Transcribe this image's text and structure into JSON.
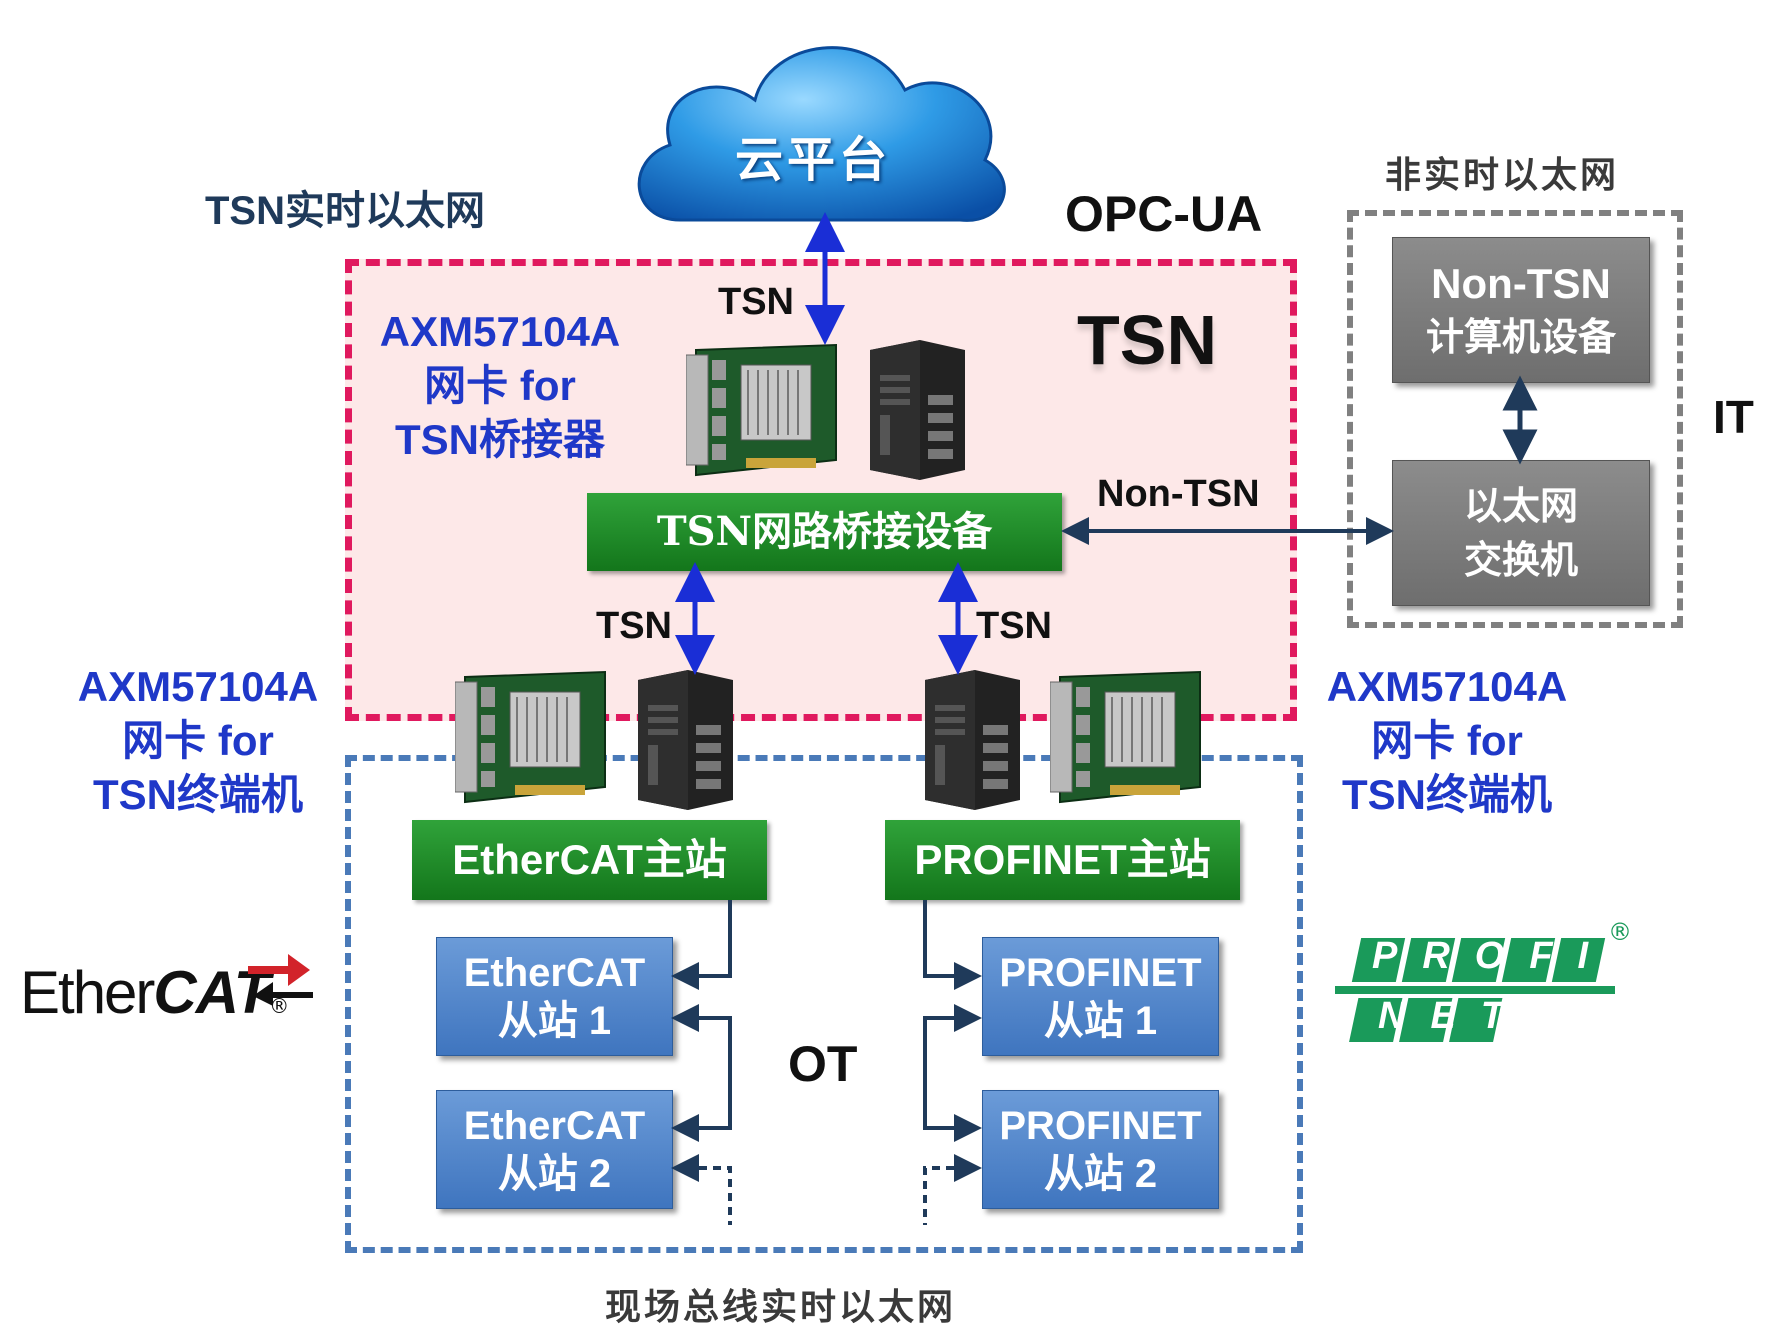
{
  "cloud": {
    "label": "云平台"
  },
  "labels": {
    "tsn_realtime_ethernet": "TSN实时以太网",
    "opc_ua": "OPC-UA",
    "non_realtime_ethernet": "非实时以太网",
    "tsn_big": "TSN",
    "it": "IT",
    "ot": "OT",
    "fieldbus_ethernet": "现场总线实时以太网",
    "link_tsn_top": "TSN",
    "link_tsn_left": "TSN",
    "link_tsn_right": "TSN",
    "link_non_tsn": "Non-TSN"
  },
  "cards": {
    "bridge": {
      "line1": "AXM57104A",
      "line2": "网卡 for",
      "line3": "TSN桥接器"
    },
    "left_terminal": {
      "line1": "AXM57104A",
      "line2": "网卡 for",
      "line3": "TSN终端机"
    },
    "right_terminal": {
      "line1": "AXM57104A",
      "line2": "网卡 for",
      "line3": "TSN终端机"
    }
  },
  "boxes": {
    "bridge_device": "TSN网路桥接设备",
    "ethercat_master": "EtherCAT主站",
    "profinet_master": "PROFINET主站",
    "ethercat_slave1": {
      "line1": "EtherCAT",
      "line2": "从站 1"
    },
    "ethercat_slave2": {
      "line1": "EtherCAT",
      "line2": "从站 2"
    },
    "profinet_slave1": {
      "line1": "PROFINET",
      "line2": "从站 1"
    },
    "profinet_slave2": {
      "line1": "PROFINET",
      "line2": "从站 2"
    },
    "non_tsn_computer": {
      "line1": "Non-TSN",
      "line2": "计算机设备"
    },
    "ethernet_switch": {
      "line1": "以太网",
      "line2": "交换机"
    }
  },
  "logos": {
    "ethercat": {
      "part1": "Ether",
      "part2": "CAT",
      "reg": "®"
    },
    "profinet": {
      "top": "PROFI",
      "bottom": "NET",
      "reg": "®"
    }
  },
  "colors": {
    "tsn_zone_border": "#e0195e",
    "tsn_zone_fill": "#fde8e8",
    "ot_zone_border": "#4a7ab8",
    "it_zone_border": "#7f7f7f",
    "green_box": "#1c8a25",
    "blue_box": "#4f86c9",
    "gray_box": "#7a7a7a",
    "arrow_blue": "#1a2ed6",
    "arrow_navy": "#1f3a5a",
    "profinet_green": "#1a9a5a"
  }
}
